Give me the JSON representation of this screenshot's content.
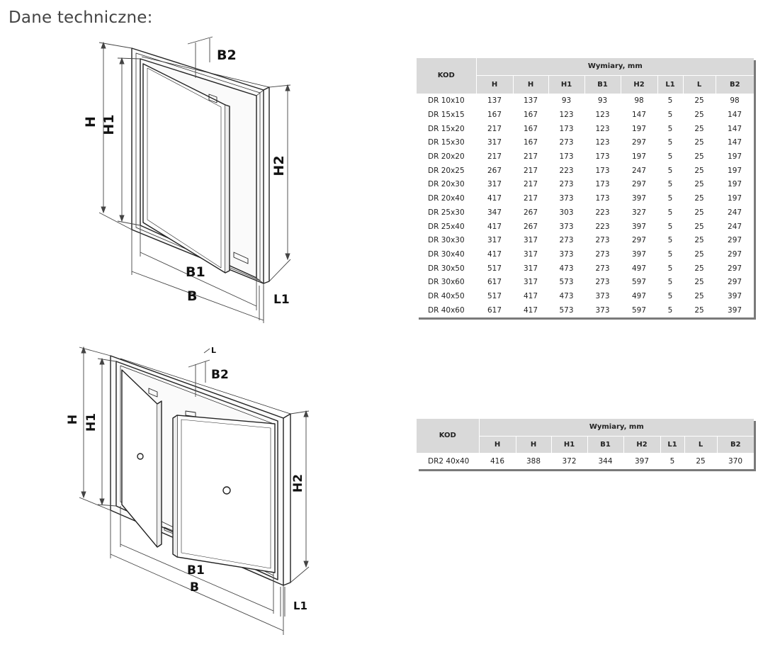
{
  "heading": "Dane techniczne:",
  "drawing_single": {
    "labels": {
      "H": "H",
      "H1": "H1",
      "H2": "H2",
      "B": "B",
      "B1": "B1",
      "B2": "B2",
      "L1": "L1"
    }
  },
  "drawing_double": {
    "labels": {
      "H": "H",
      "H1": "H1",
      "H2": "H2",
      "B": "B",
      "B1": "B1",
      "B2": "B2",
      "L": "L",
      "L1": "L1"
    }
  },
  "table_single": {
    "kod_header": "KOD",
    "group_header": "Wymiary, mm",
    "columns": [
      "H",
      "H",
      "H1",
      "B1",
      "H2",
      "L1",
      "L",
      "B2"
    ],
    "rows": [
      [
        "DR 10x10",
        "137",
        "137",
        "93",
        "93",
        "98",
        "5",
        "25",
        "98"
      ],
      [
        "DR 15x15",
        "167",
        "167",
        "123",
        "123",
        "147",
        "5",
        "25",
        "147"
      ],
      [
        "DR 15x20",
        "217",
        "167",
        "173",
        "123",
        "197",
        "5",
        "25",
        "147"
      ],
      [
        "DR 15x30",
        "317",
        "167",
        "273",
        "123",
        "297",
        "5",
        "25",
        "147"
      ],
      [
        "DR 20x20",
        "217",
        "217",
        "173",
        "173",
        "197",
        "5",
        "25",
        "197"
      ],
      [
        "DR 20x25",
        "267",
        "217",
        "223",
        "173",
        "247",
        "5",
        "25",
        "197"
      ],
      [
        "DR 20x30",
        "317",
        "217",
        "273",
        "173",
        "297",
        "5",
        "25",
        "197"
      ],
      [
        "DR 20x40",
        "417",
        "217",
        "373",
        "173",
        "397",
        "5",
        "25",
        "197"
      ],
      [
        "DR 25x30",
        "347",
        "267",
        "303",
        "223",
        "327",
        "5",
        "25",
        "247"
      ],
      [
        "DR 25x40",
        "417",
        "267",
        "373",
        "223",
        "397",
        "5",
        "25",
        "247"
      ],
      [
        "DR 30x30",
        "317",
        "317",
        "273",
        "273",
        "297",
        "5",
        "25",
        "297"
      ],
      [
        "DR 30x40",
        "417",
        "317",
        "373",
        "273",
        "397",
        "5",
        "25",
        "297"
      ],
      [
        "DR 30x50",
        "517",
        "317",
        "473",
        "273",
        "497",
        "5",
        "25",
        "297"
      ],
      [
        "DR 30x60",
        "617",
        "317",
        "573",
        "273",
        "597",
        "5",
        "25",
        "297"
      ],
      [
        "DR 40x50",
        "517",
        "417",
        "473",
        "373",
        "497",
        "5",
        "25",
        "397"
      ],
      [
        "DR 40x60",
        "617",
        "417",
        "573",
        "373",
        "597",
        "5",
        "25",
        "397"
      ]
    ]
  },
  "table_double": {
    "kod_header": "KOD",
    "group_header": "Wymiary, mm",
    "columns": [
      "H",
      "H",
      "H1",
      "B1",
      "H2",
      "L1",
      "L",
      "B2"
    ],
    "rows": [
      [
        "DR2 40x40",
        "416",
        "388",
        "372",
        "344",
        "397",
        "5",
        "25",
        "370"
      ]
    ]
  }
}
